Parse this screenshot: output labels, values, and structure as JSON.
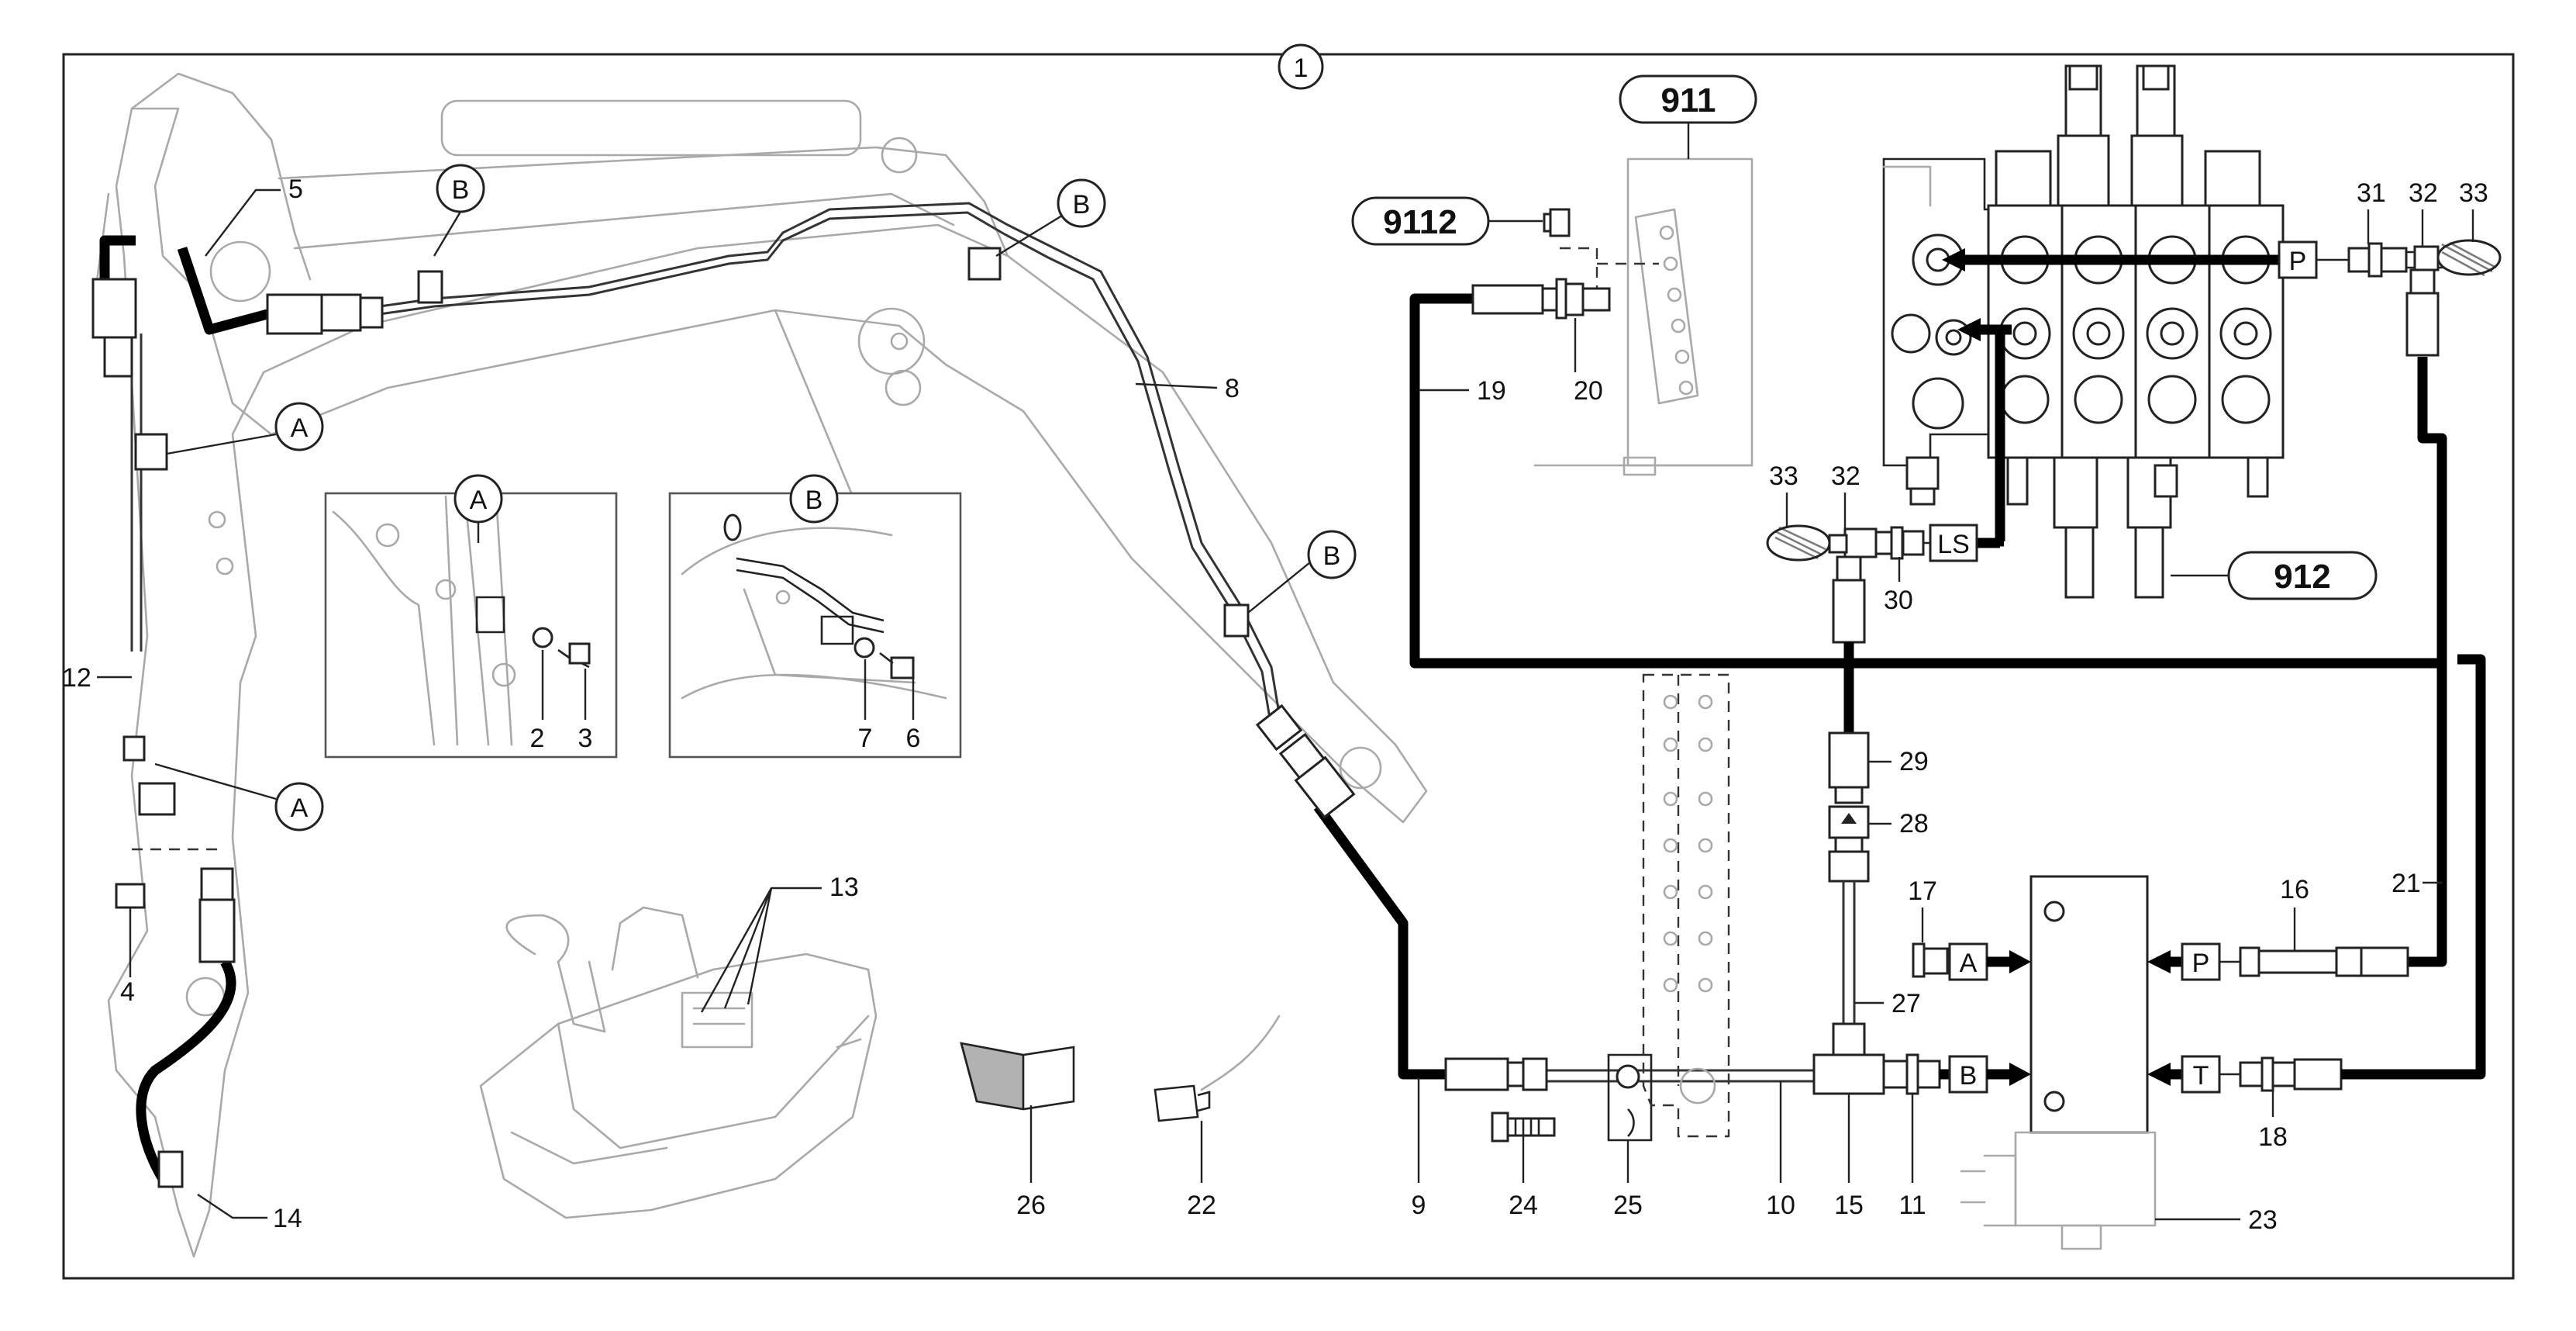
{
  "sheet_marker": "1",
  "group_labels": {
    "g911": "911",
    "g9112": "9112",
    "g912": "912"
  },
  "port_labels": {
    "p_top": "P",
    "ls": "LS",
    "a": "A",
    "b": "B",
    "p": "P",
    "t": "T"
  },
  "callouts": {
    "A": "A",
    "B": "B"
  },
  "detail_views": {
    "a": {
      "title": "A",
      "parts": [
        "2",
        "3"
      ]
    },
    "b": {
      "title": "B",
      "parts": [
        "7",
        "6"
      ]
    }
  },
  "part_numbers": {
    "n4": "4",
    "n5": "5",
    "n8": "8",
    "n9": "9",
    "n10": "10",
    "n11": "11",
    "n12": "12",
    "n13": "13",
    "n14": "14",
    "n15": "15",
    "n16": "16",
    "n17": "17",
    "n18": "18",
    "n19": "19",
    "n20": "20",
    "n21": "21",
    "n22": "22",
    "n23": "23",
    "n24": "24",
    "n25": "25",
    "n26": "26",
    "n27": "27",
    "n28": "28",
    "n29": "29",
    "n30": "30",
    "n31": "31",
    "n32a": "32",
    "n33a": "33",
    "n32b": "32",
    "n33b": "33"
  },
  "colors": {
    "line": "#222222",
    "hose": "#000000",
    "ghost": "#a9a9a9",
    "background": "#ffffff"
  }
}
